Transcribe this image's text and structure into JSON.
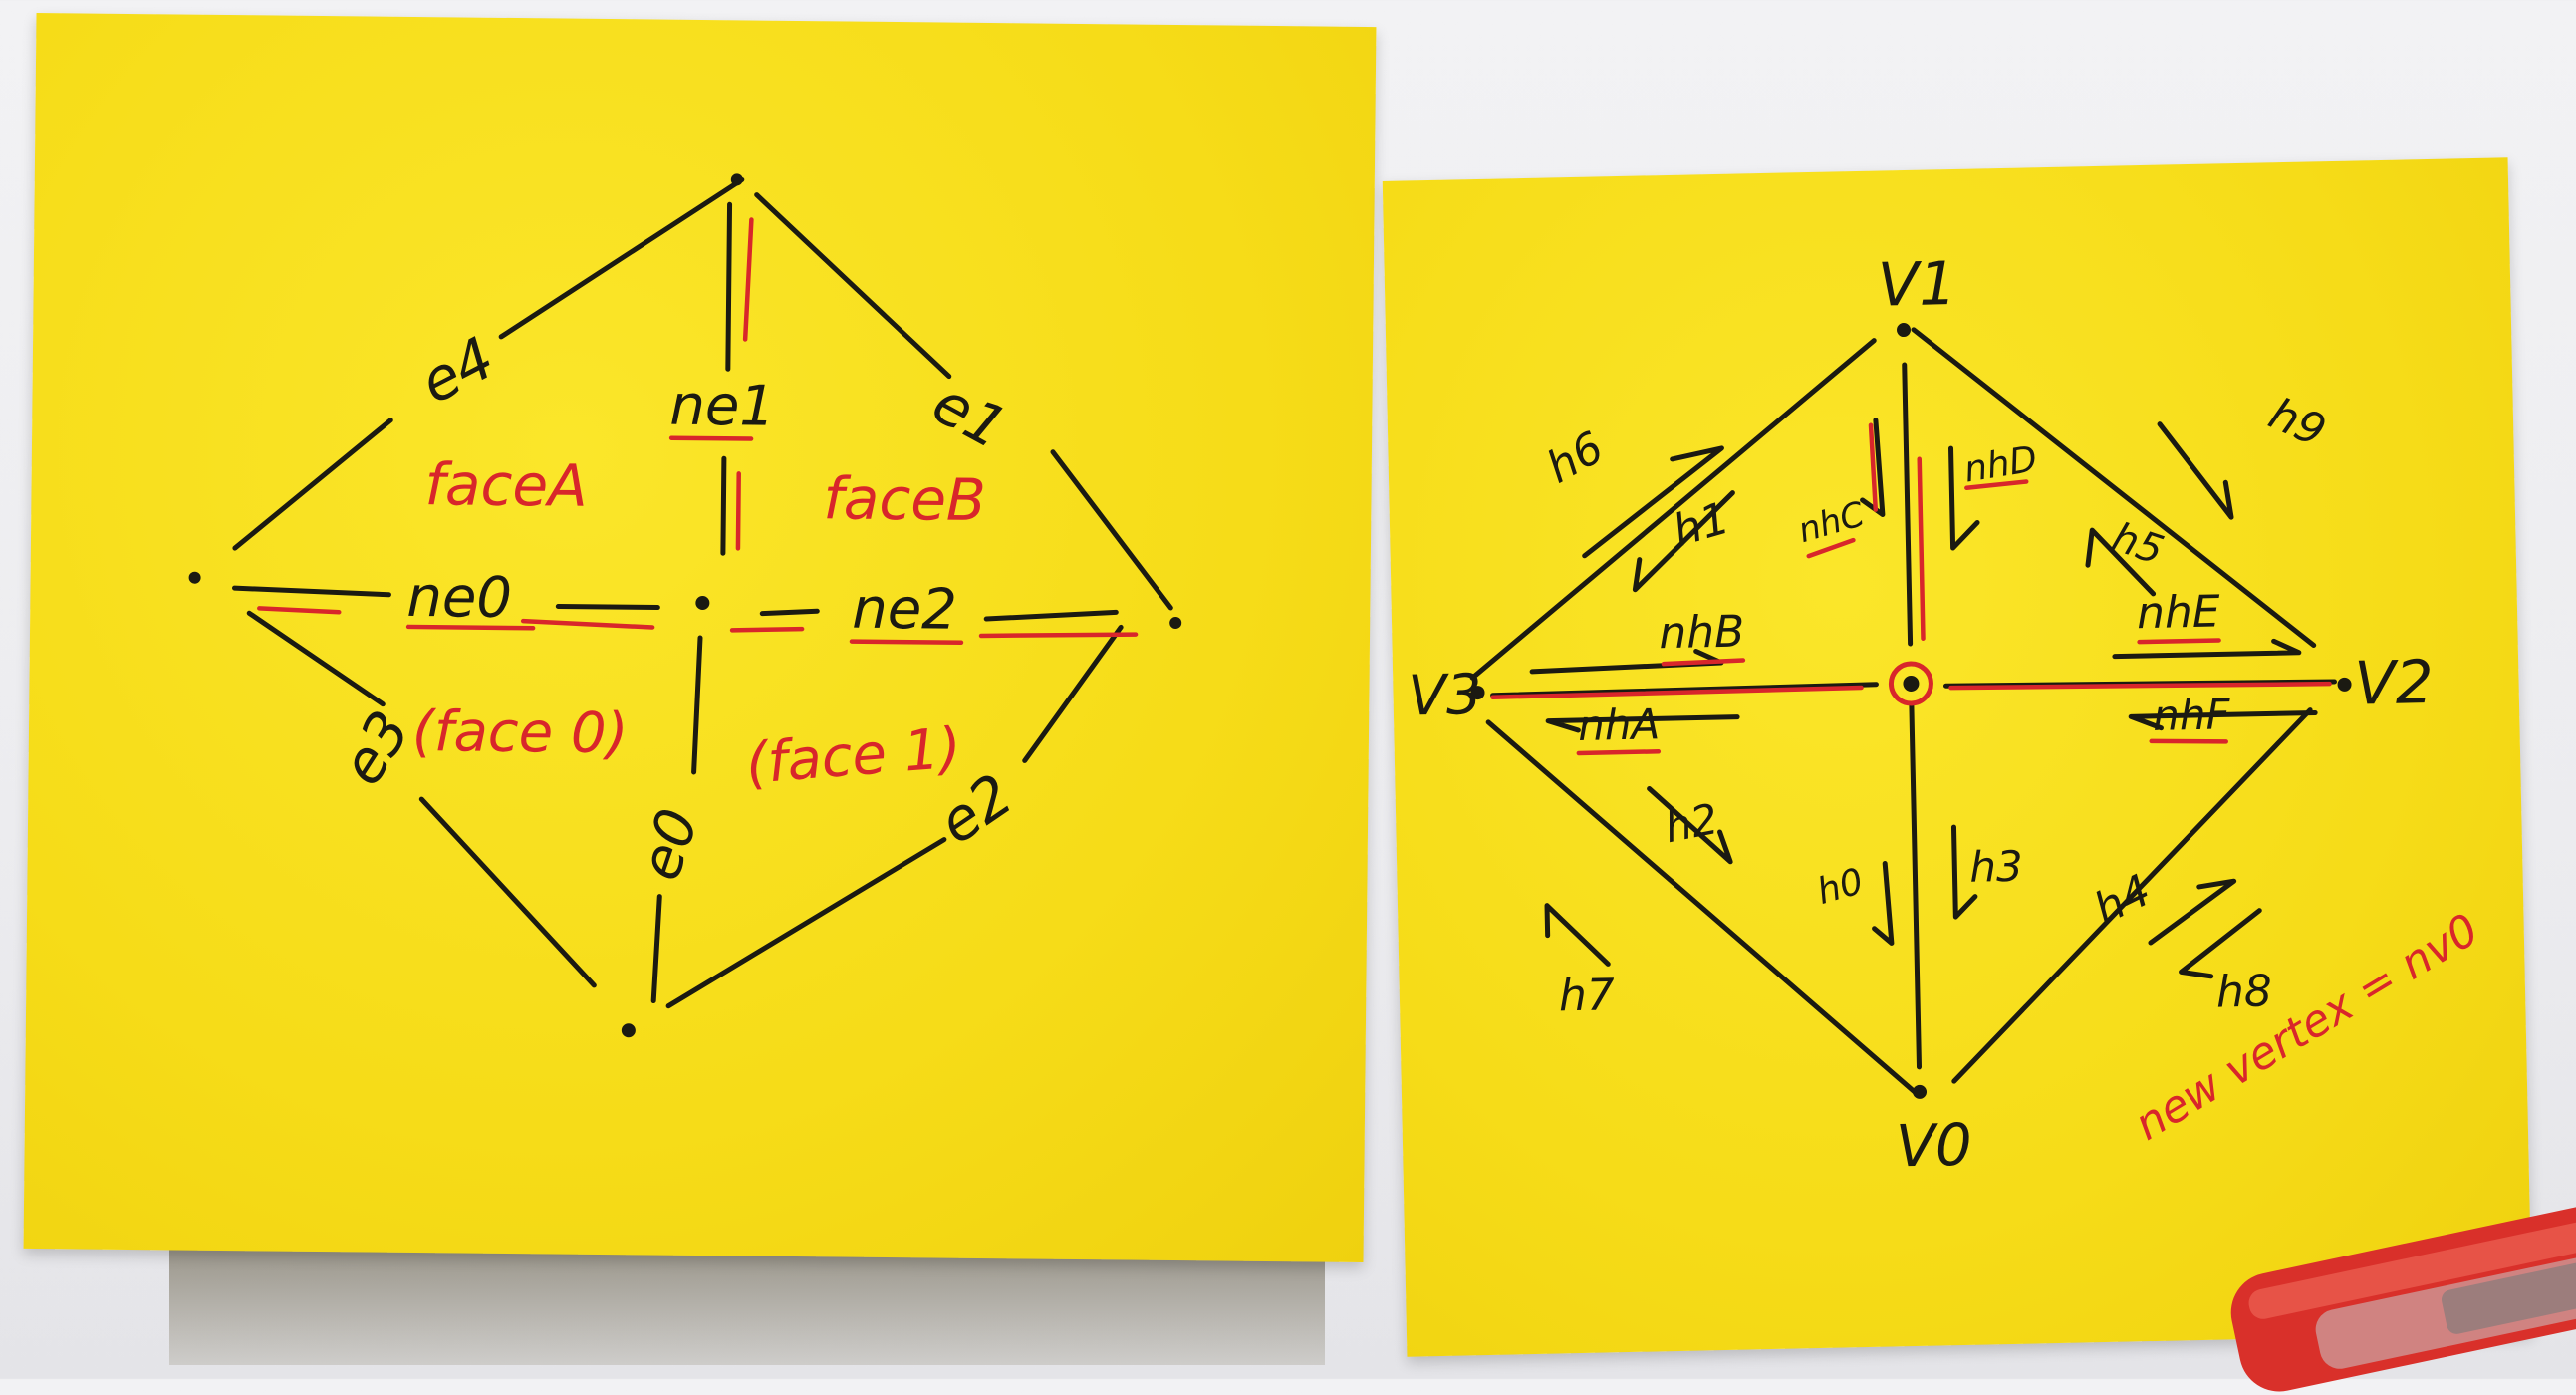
{
  "left_note": {
    "edges": [
      "e4",
      "e1",
      "e3",
      "e2",
      "e0"
    ],
    "new_edges": [
      "ne1",
      "ne0",
      "ne2"
    ],
    "faces_new": [
      "faceA",
      "faceB"
    ],
    "faces_old": [
      "(face 0)",
      "(face 1)"
    ]
  },
  "right_note": {
    "vertices": [
      "V1",
      "V3",
      "V2",
      "V0"
    ],
    "new_halfedges": [
      "nhB",
      "nhE",
      "nhA",
      "nhF",
      "nhC",
      "nhD"
    ],
    "halfedges": [
      "h6",
      "h1",
      "h9",
      "h5",
      "h2",
      "h0",
      "h3",
      "h4",
      "h7",
      "h8"
    ],
    "note": "new vertex = nv0"
  },
  "colors": {
    "paper": "#f6dc18",
    "ink": "#1b1a12",
    "red_ink": "#d8262b",
    "background": "#ececef"
  },
  "objects": [
    "sticky-note",
    "sticky-note",
    "red-pen"
  ]
}
